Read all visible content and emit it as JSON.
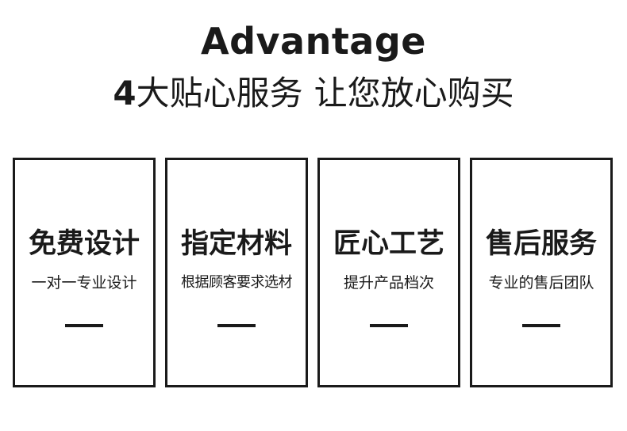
{
  "header": {
    "title": "Advantage",
    "subtitle_number": "4",
    "subtitle_part1": "大贴心服务",
    "subtitle_part2": "让您放心购买"
  },
  "cards": [
    {
      "title": "免费设计",
      "description": "一对一专业设计"
    },
    {
      "title": "指定材料",
      "description": "根据顾客要求选材"
    },
    {
      "title": "匠心工艺",
      "description": "提升产品档次"
    },
    {
      "title": "售后服务",
      "description": "专业的售后团队"
    }
  ],
  "colors": {
    "text": "#1a1a1a",
    "background": "#ffffff"
  }
}
